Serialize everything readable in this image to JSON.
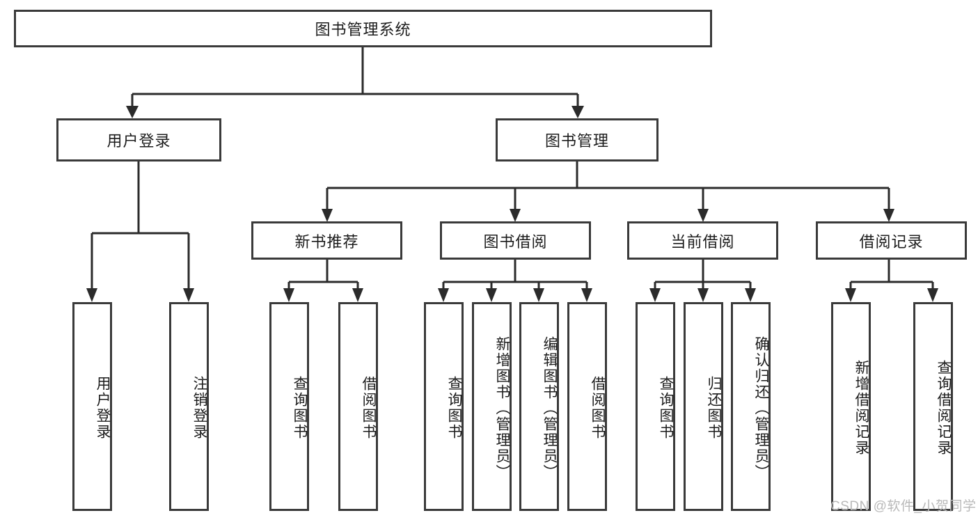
{
  "diagram": {
    "title": "图书管理系统",
    "type": "tree-hierarchy-diagram",
    "root": {
      "label": "图书管理系统"
    },
    "level2": [
      {
        "label": "用户登录"
      },
      {
        "label": "图书管理"
      }
    ],
    "level3": [
      {
        "label": "新书推荐"
      },
      {
        "label": "图书借阅"
      },
      {
        "label": "当前借阅"
      },
      {
        "label": "借阅记录"
      }
    ],
    "leaves": {
      "user_login": [
        {
          "label": "用户登录"
        },
        {
          "label": "注销登录"
        }
      ],
      "new_book_recommend": [
        {
          "label": "查询图书"
        },
        {
          "label": "借阅图书"
        }
      ],
      "book_borrow": [
        {
          "label": "查询图书"
        },
        {
          "label": "新增图书（管理员）"
        },
        {
          "label": "编辑图书（管理员）"
        },
        {
          "label": "借阅图书"
        }
      ],
      "current_borrow": [
        {
          "label": "查询图书"
        },
        {
          "label": "归还图书"
        },
        {
          "label": "确认归还（管理员）"
        }
      ],
      "borrow_record": [
        {
          "label": "新增借阅记录"
        },
        {
          "label": "查询借阅记录"
        }
      ]
    }
  },
  "watermark": {
    "text": "CSDN @软件_小贺同学"
  },
  "colors": {
    "stroke": "#3a3a3a",
    "line": "#2b2b2b",
    "text": "#1c1c1c",
    "background": "#ffffff",
    "watermark": "#b9b9b9"
  }
}
